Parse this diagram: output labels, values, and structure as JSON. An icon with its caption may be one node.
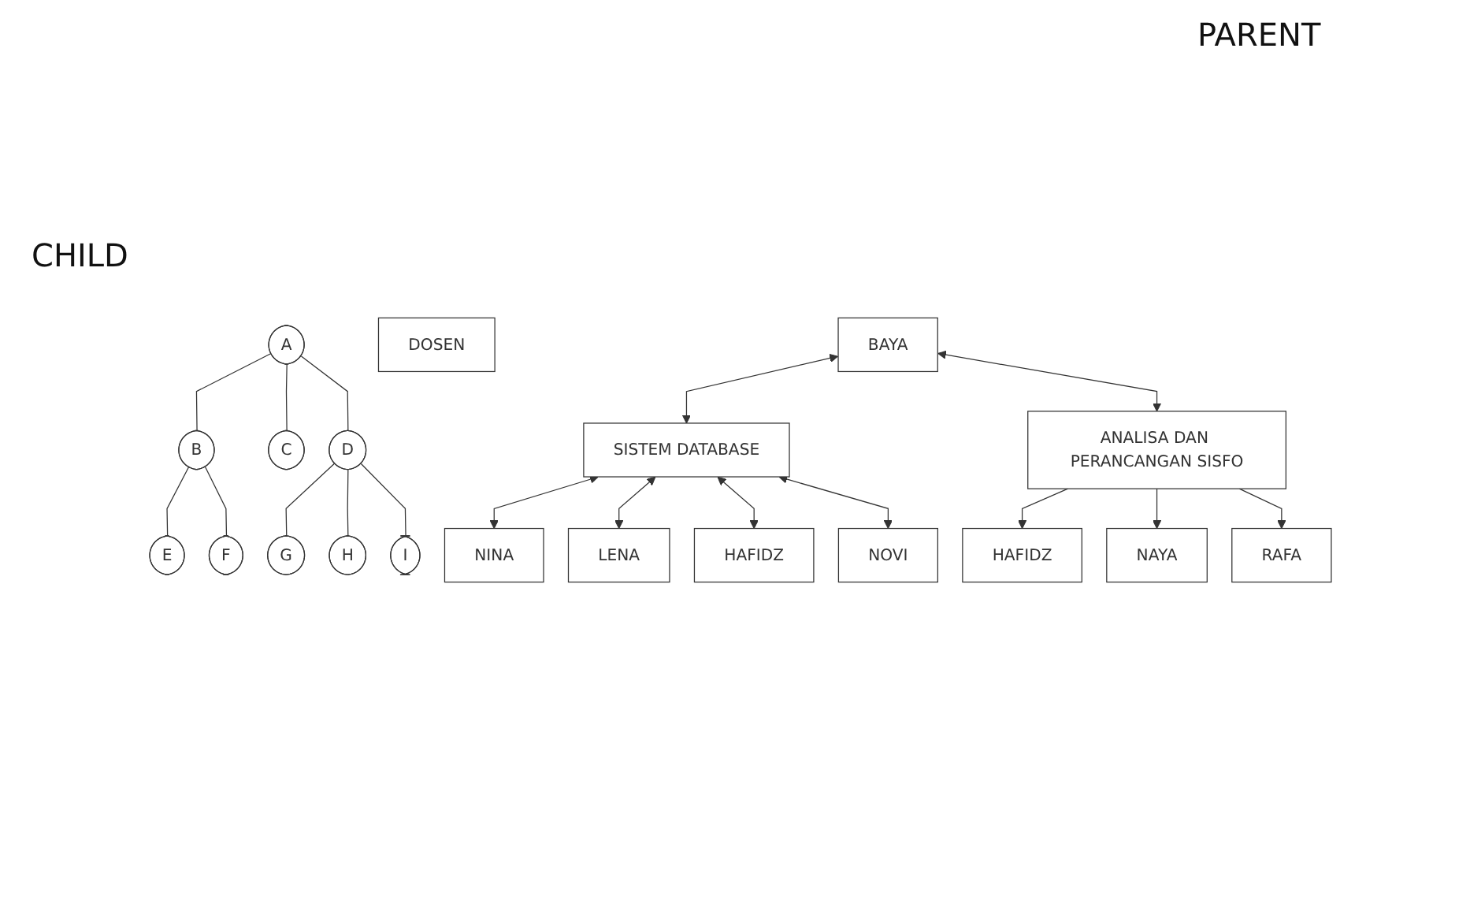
{
  "diagram": {
    "nodes": [
      {
        "text": [
          "A"
        ]
      },
      {
        "text": [
          "B"
        ]
      },
      {
        "text": [
          "C"
        ]
      },
      {
        "text": [
          "D"
        ]
      },
      {
        "text": [
          "E"
        ]
      },
      {
        "text": [
          "F"
        ]
      },
      {
        "text": [
          "G"
        ]
      },
      {
        "text": [
          "H"
        ]
      },
      {
        "text": [
          "I"
        ]
      },
      {
        "text": [
          "DOSEN"
        ]
      },
      {
        "text": [
          "BAYA"
        ]
      },
      {
        "text": [
          "SISTEM DATABASE"
        ]
      },
      {
        "text": [
          "ANALISA DAN PERANCANGAN SISFO"
        ]
      },
      {
        "text": [
          "NINA"
        ]
      },
      {
        "text": [
          "LENA"
        ]
      },
      {
        "text": [
          "HAFIDZ"
        ]
      },
      {
        "text": [
          "NOVI"
        ]
      },
      {
        "text": [
          "HAFIDZ"
        ]
      },
      {
        "text": [
          "NAYA"
        ]
      },
      {
        "text": [
          "RAFA"
        ]
      }
    ],
    "edges": [
      {
        "from": 0,
        "to": 1,
        "arrow": "none"
      },
      {
        "from": 0,
        "to": 2,
        "arrow": "none"
      },
      {
        "from": 0,
        "to": 3,
        "arrow": "none"
      },
      {
        "from": 1,
        "to": 4,
        "arrow": "none"
      },
      {
        "from": 1,
        "to": 5,
        "arrow": "none"
      },
      {
        "from": 3,
        "to": 6,
        "arrow": "none"
      },
      {
        "from": 3,
        "to": 7,
        "arrow": "none"
      },
      {
        "from": 3,
        "to": 8,
        "arrow": "none"
      },
      {
        "from": 10,
        "to": 11,
        "arrow": "both"
      },
      {
        "from": 10,
        "to": 12,
        "arrow": "both"
      },
      {
        "from": 11,
        "to": 13,
        "arrow": "both"
      },
      {
        "from": 11,
        "to": 14,
        "arrow": "both"
      },
      {
        "from": 11,
        "to": 15,
        "arrow": "both"
      },
      {
        "from": 11,
        "to": 16,
        "arrow": "both"
      },
      {
        "from": 12,
        "to": 17,
        "arrow": "to"
      },
      {
        "from": 12,
        "to": 18,
        "arrow": "to"
      },
      {
        "from": 12,
        "to": 19,
        "arrow": "to"
      }
    ],
    "labels": [
      "PARENT",
      "CHILD"
    ]
  }
}
